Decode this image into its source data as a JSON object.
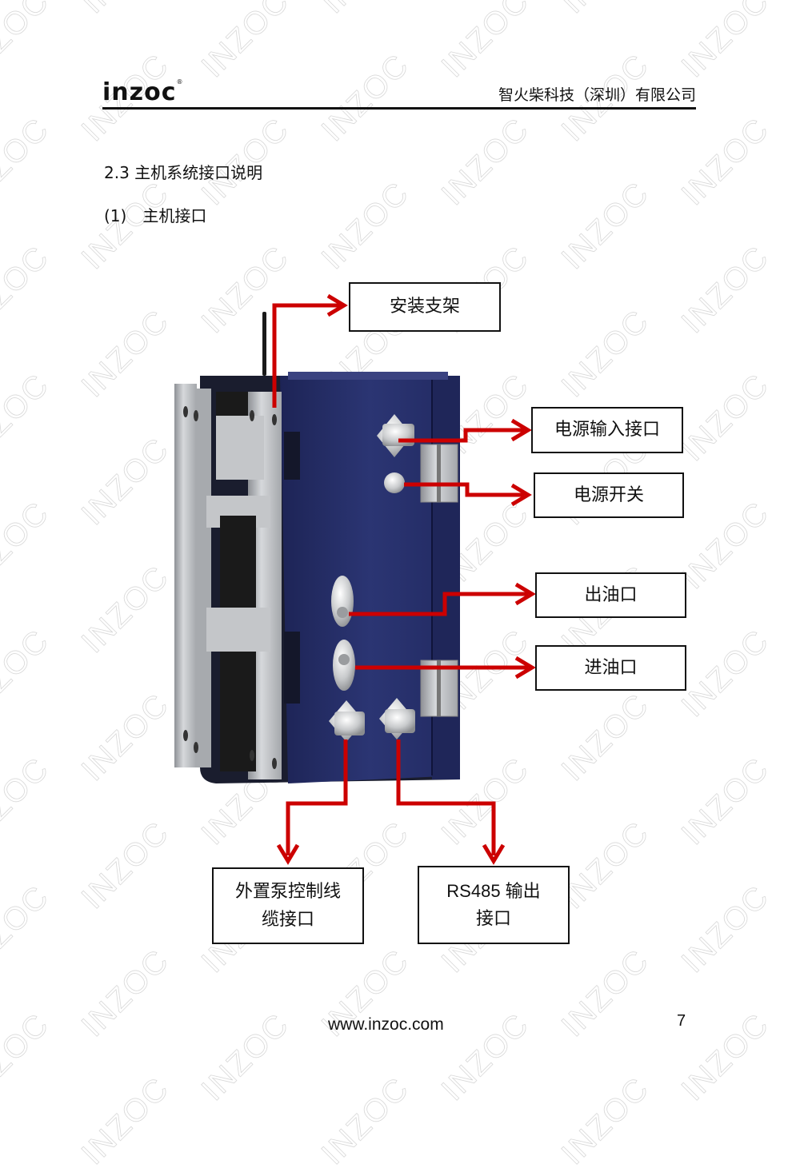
{
  "header": {
    "logo_text": "inzoc",
    "logo_mark": "®",
    "company_name": "智火柴科技（深圳）有限公司"
  },
  "section": {
    "title": "2.3  主机系统接口说明",
    "subsection_number": "(1)",
    "subsection_title": "主机接口"
  },
  "diagram": {
    "device_colors": {
      "body": "#27306b",
      "bracket": "#b9bcc0",
      "arrow": "#cc0000"
    },
    "labels": {
      "mounting_bracket": "安装支架",
      "power_input": "电源输入接口",
      "power_switch": "电源开关",
      "oil_outlet": "出油口",
      "oil_inlet": "进油口",
      "pump_cable_line1": "外置泵控制线",
      "pump_cable_line2": "缆接口",
      "rs485_line1": "RS485 输出",
      "rs485_line2": "接口"
    }
  },
  "watermark": "INZOC",
  "footer": {
    "url": "www.inzoc.com",
    "page_number": "7"
  }
}
